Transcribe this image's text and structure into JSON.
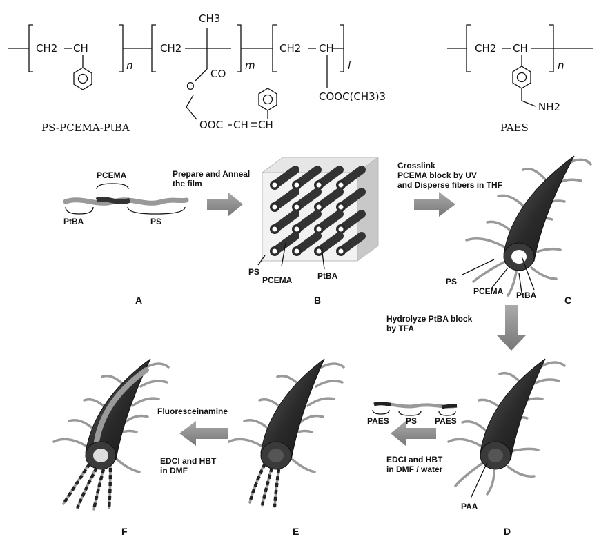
{
  "structures": {
    "polymer1_name": "PS-PCEMA-PtBA",
    "polymer2_name": "PAES",
    "ch2": "CH2",
    "ch": "CH",
    "ch3": "CH3",
    "co": "CO",
    "o": "O",
    "ooc": "OOC",
    "ch_eq": "CH",
    "ch_eq2": "CH",
    "cooc": "COOC(CH3)3",
    "nh2": "NH2",
    "sub_n": "n",
    "sub_m": "m",
    "sub_l": "l",
    "sub_n2": "n"
  },
  "panel_A": {
    "letter": "A",
    "pcema": "PCEMA",
    "ptba": "PtBA",
    "ps": "PS"
  },
  "panel_B": {
    "letter": "B",
    "ps": "PS",
    "pcema": "PCEMA",
    "ptba": "PtBA"
  },
  "panel_C": {
    "letter": "C",
    "ps": "PS",
    "pcema": "PCEMA",
    "ptba": "PtBA"
  },
  "panel_D": {
    "letter": "D",
    "paa": "PAA"
  },
  "panel_E": {
    "letter": "E",
    "paes": "PAES",
    "ps": "PS",
    "paes2": "PAES"
  },
  "panel_F": {
    "letter": "F"
  },
  "steps": {
    "ab_line1": "Prepare and Anneal",
    "ab_line2": "the film",
    "bc_line1": "Crosslink",
    "bc_line2": "PCEMA block by UV",
    "bc_line3": "and Disperse fibers in THF",
    "cd_line1": "Hydrolyze PtBA block",
    "cd_line2": "by TFA",
    "de_line1": "EDCI and HBT",
    "de_line2": "in DMF / water",
    "ef_top": "Fluoresceinamine",
    "ef_line1": "EDCI and HBT",
    "ef_line2": "in DMF"
  }
}
